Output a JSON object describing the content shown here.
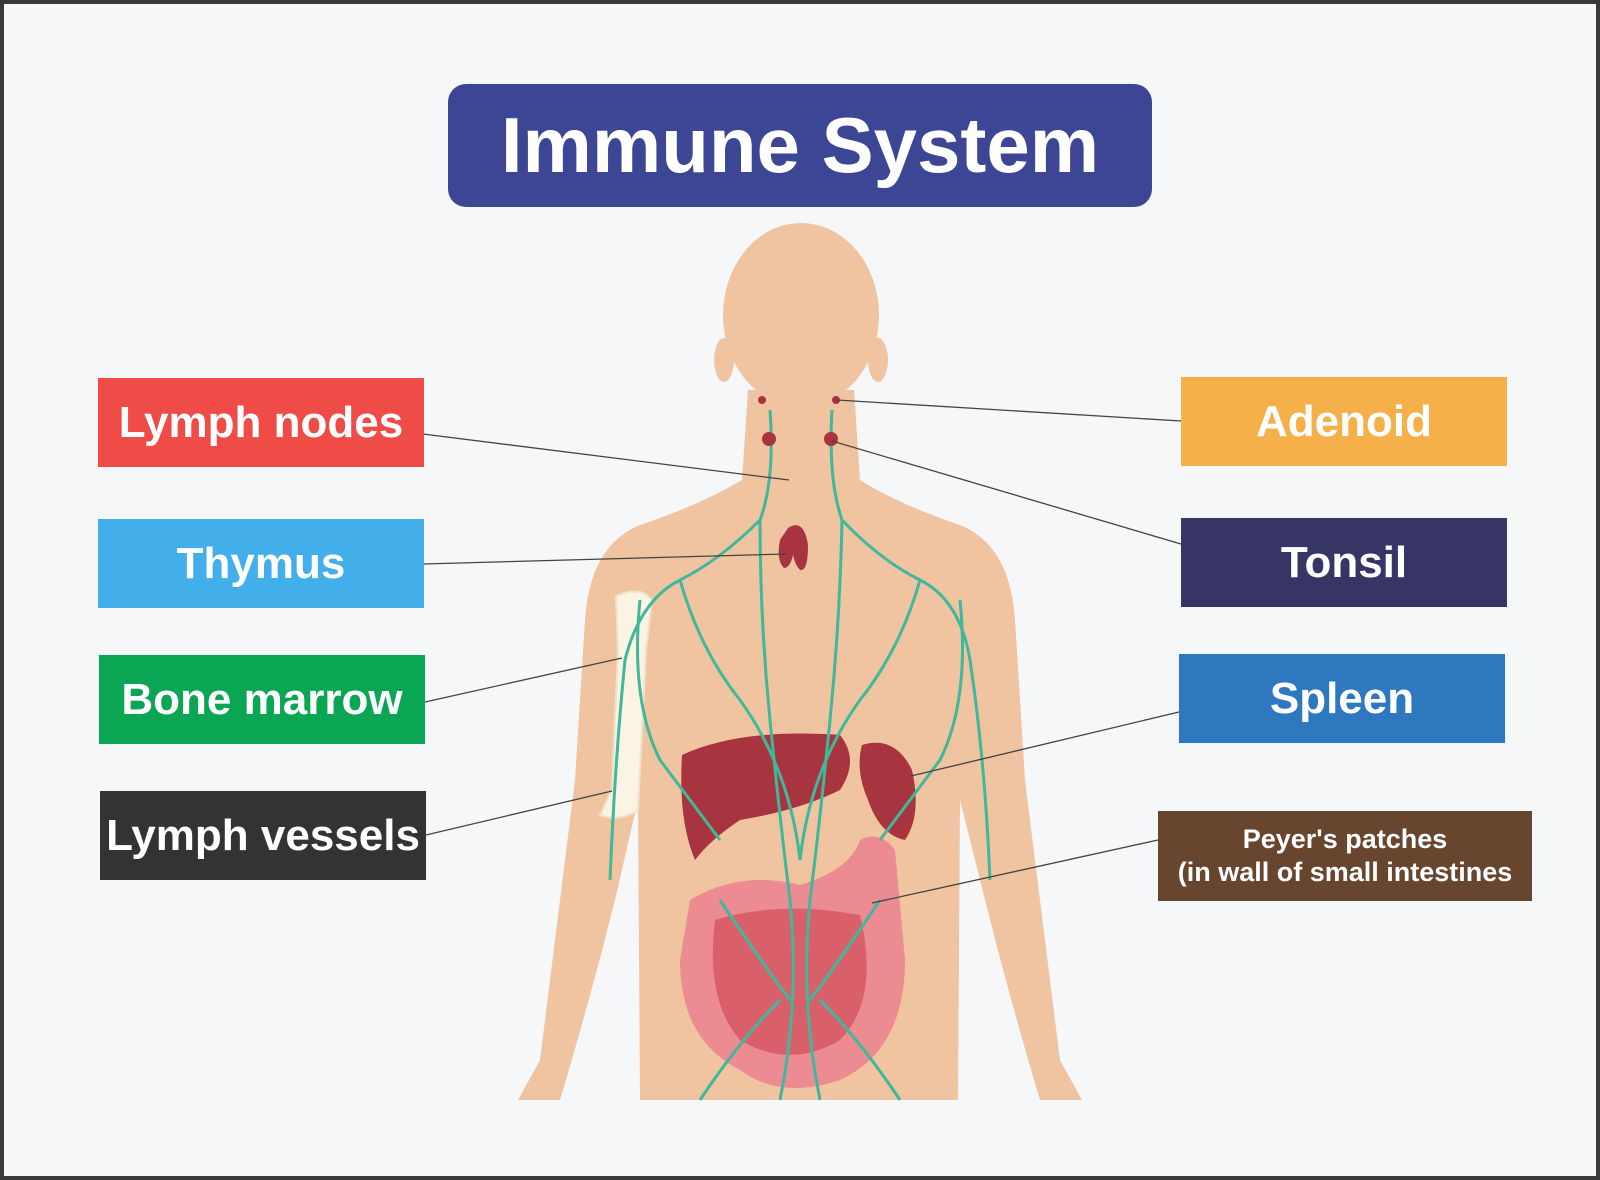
{
  "title": "Immune System",
  "labels": {
    "lymph_nodes": "Lymph nodes",
    "thymus": "Thymus",
    "bone_marrow": "Bone marrow",
    "lymph_vessels": "Lymph vessels",
    "adenoid": "Adenoid",
    "tonsil": "Tonsil",
    "spleen": "Spleen",
    "peyers_line1": "Peyer's patches",
    "peyers_line2": "(in wall of small intestines"
  },
  "colors": {
    "title_bg": "#3c4694",
    "lymph_nodes": "#ef4b47",
    "thymus": "#42aeea",
    "bone_marrow": "#0aa653",
    "lymph_vessels": "#333333",
    "adenoid": "#f5b04a",
    "tonsil": "#363565",
    "spleen": "#2e78bf",
    "peyers": "#67452e",
    "skin": "#f0c4a0",
    "vessel": "#3fb89b",
    "organ": "#a8343f",
    "intestine": "#ec8b92"
  }
}
